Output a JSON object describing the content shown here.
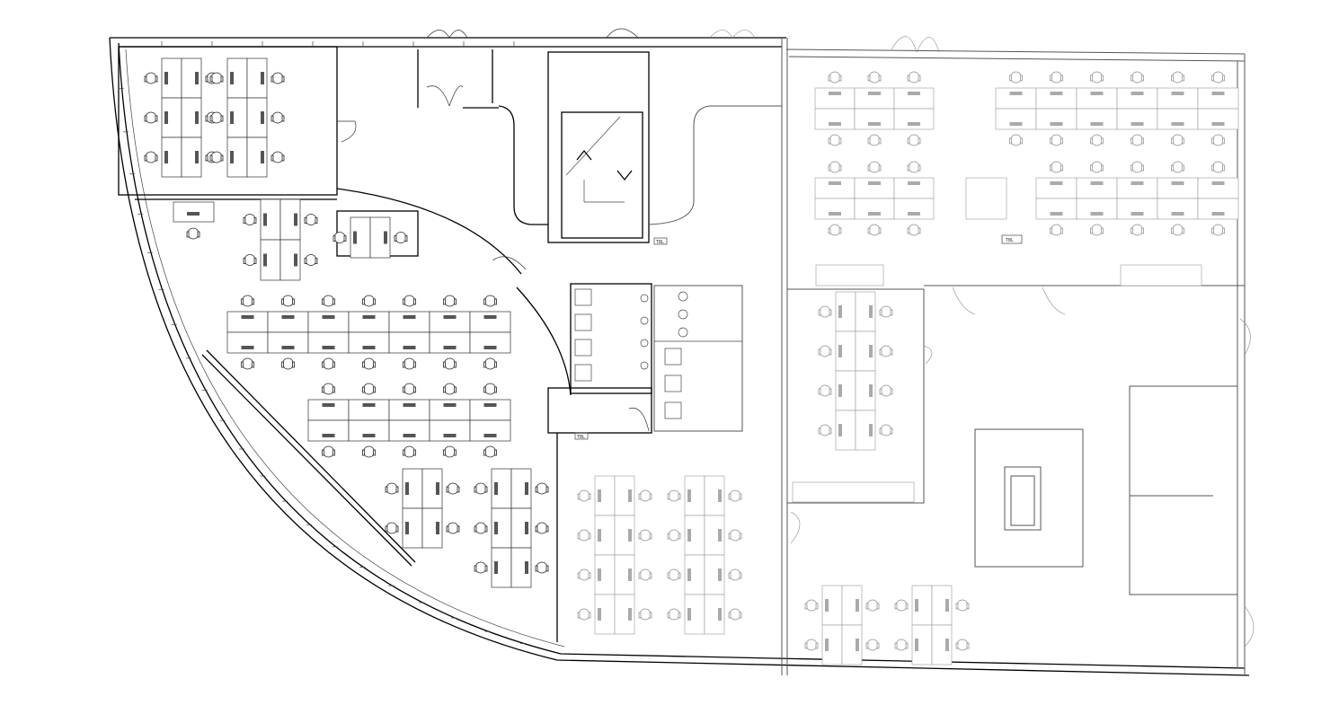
{
  "plan": {
    "room_tags": [
      "TBL",
      "TBL",
      "TBL"
    ]
  }
}
